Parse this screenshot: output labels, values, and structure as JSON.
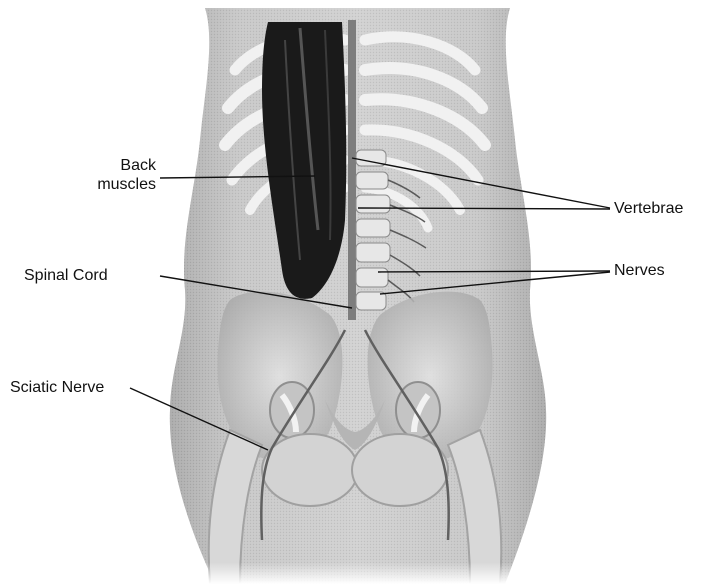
{
  "diagram": {
    "labels": {
      "back_muscles_line1": "Back",
      "back_muscles_line2": "muscles",
      "spinal_cord": "Spinal Cord",
      "sciatic_nerve": "Sciatic Nerve",
      "vertebrae": "Vertebrae",
      "nerves": "Nerves"
    }
  }
}
